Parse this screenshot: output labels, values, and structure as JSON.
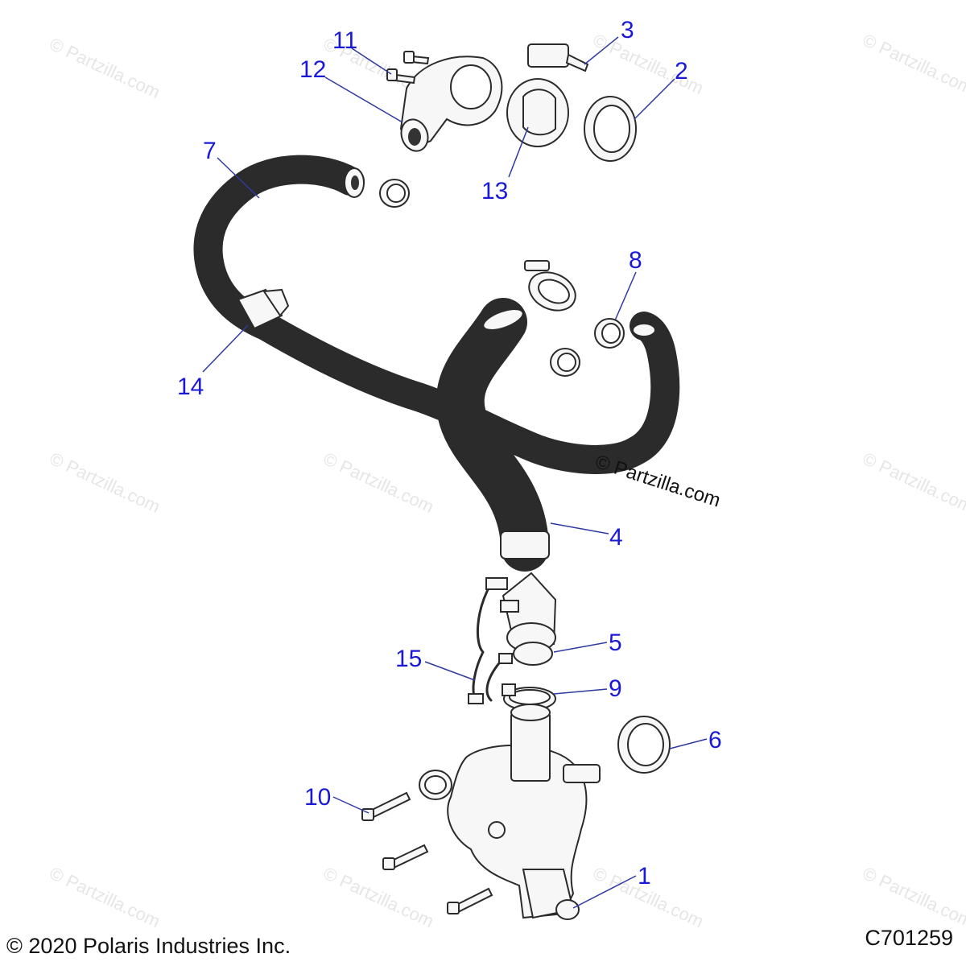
{
  "watermark_text": "© Partzilla.com",
  "main_watermark": "© Partzilla.com",
  "footer": {
    "copyright": "© 2020 Polaris Industries Inc.",
    "drawing_id": "C701259"
  },
  "callout_color": "#1a1ad6",
  "callouts": [
    {
      "id": "1",
      "label": "1"
    },
    {
      "id": "2",
      "label": "2"
    },
    {
      "id": "3",
      "label": "3"
    },
    {
      "id": "4",
      "label": "4"
    },
    {
      "id": "5",
      "label": "5"
    },
    {
      "id": "6",
      "label": "6"
    },
    {
      "id": "7",
      "label": "7"
    },
    {
      "id": "8",
      "label": "8"
    },
    {
      "id": "9",
      "label": "9"
    },
    {
      "id": "10",
      "label": "10"
    },
    {
      "id": "11",
      "label": "11"
    },
    {
      "id": "12",
      "label": "12"
    },
    {
      "id": "13",
      "label": "13"
    },
    {
      "id": "14",
      "label": "14"
    },
    {
      "id": "15",
      "label": "15"
    }
  ]
}
